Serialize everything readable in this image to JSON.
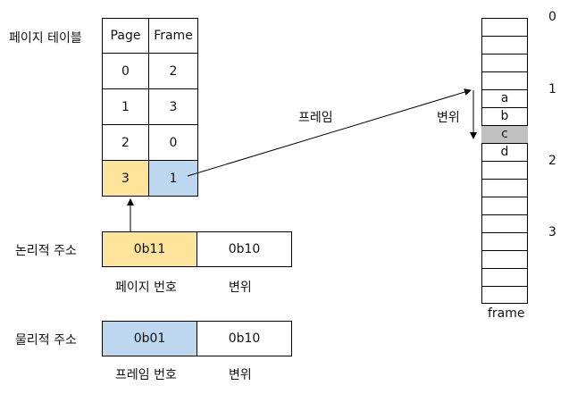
{
  "page_table": {
    "title": "페이지 테이블",
    "headers": [
      "Page",
      "Frame"
    ],
    "rows": [
      {
        "page": "0",
        "frame": "2"
      },
      {
        "page": "1",
        "frame": "3"
      },
      {
        "page": "2",
        "frame": "0"
      },
      {
        "page": "3",
        "frame": "1"
      }
    ]
  },
  "logical_address": {
    "label": "논리적 주소",
    "page_bits": "0b11",
    "offset_bits": "0b10",
    "page_caption": "페이지 번호",
    "offset_caption": "변위"
  },
  "physical_address": {
    "label": "물리적 주소",
    "frame_bits": "0b01",
    "offset_bits": "0b10",
    "frame_caption": "프레임 번호",
    "offset_caption": "변위"
  },
  "memory": {
    "caption": "frame",
    "frame_numbers": [
      "0",
      "1",
      "2",
      "3"
    ],
    "contents": [
      "a",
      "b",
      "c",
      "d"
    ],
    "arrow_label": "프레임",
    "offset_label": "변위"
  },
  "colors": {
    "page_highlight": "#fde49a",
    "frame_highlight": "#bdd7ee",
    "selected_cell": "#c0c0c0",
    "line": "#000000"
  }
}
